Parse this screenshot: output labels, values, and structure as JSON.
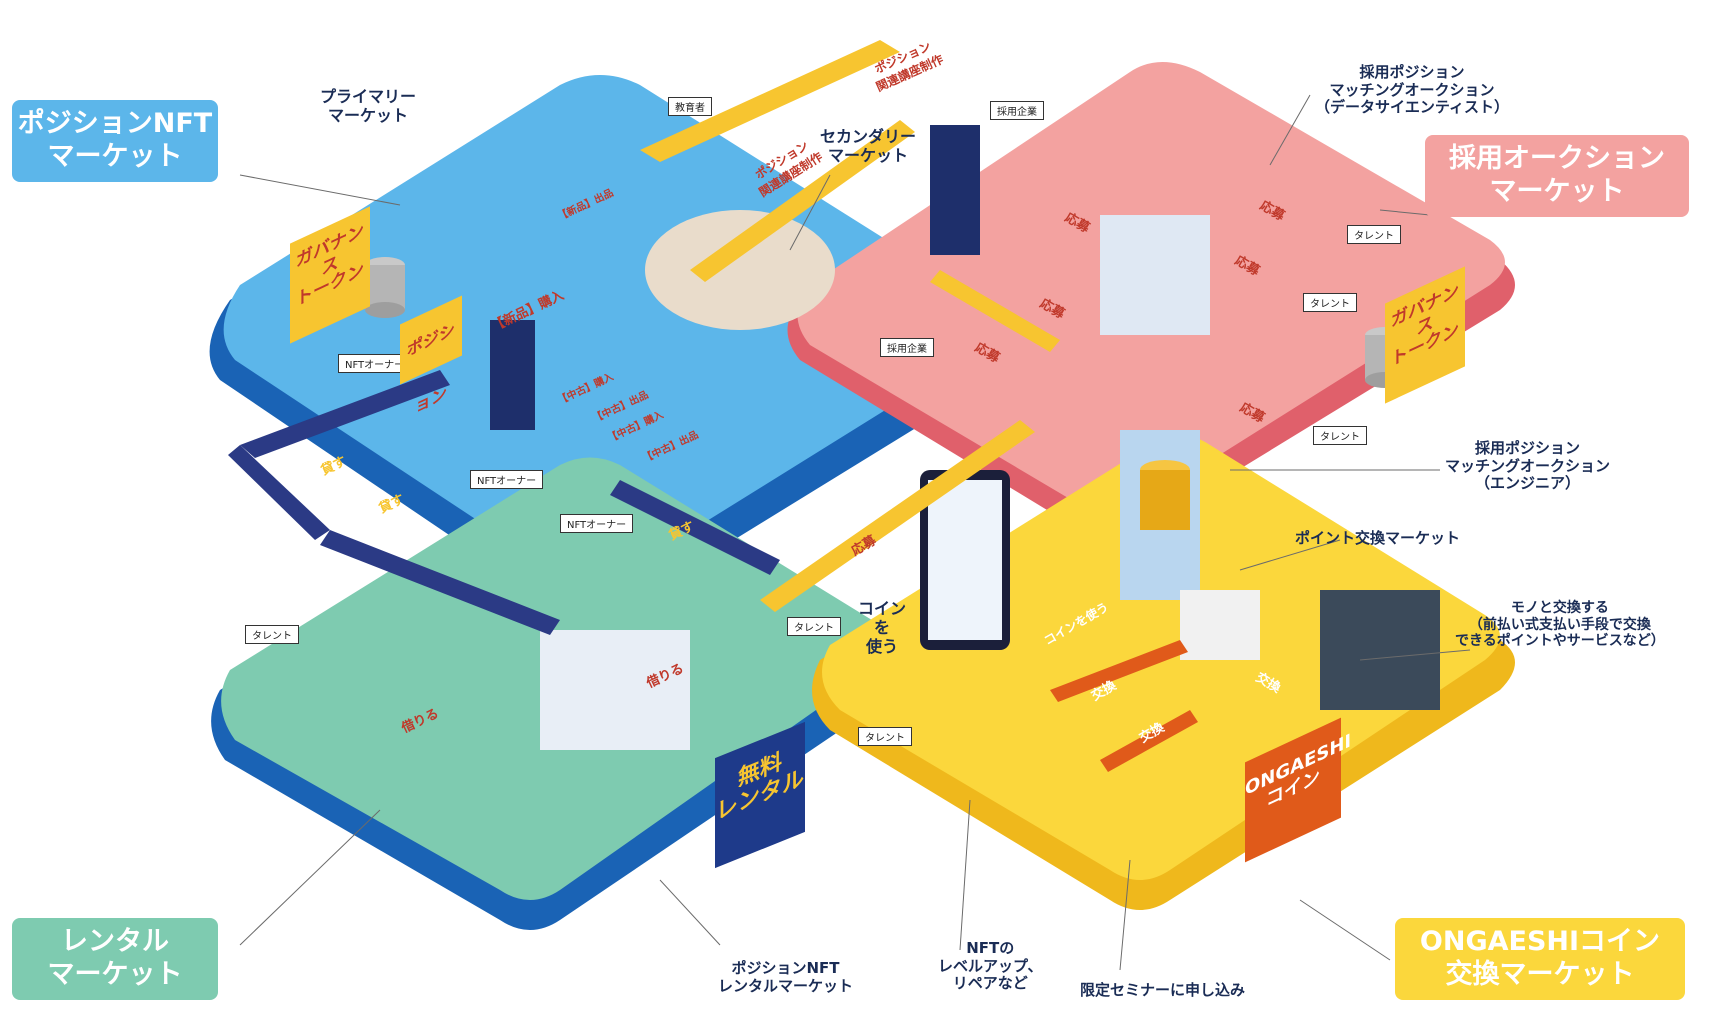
{
  "markets": {
    "position_nft": [
      "ポジションNFT",
      "マーケット"
    ],
    "recruit_auction": [
      "採用オークション",
      "マーケット"
    ],
    "rental": [
      "レンタル",
      "マーケット"
    ],
    "ongaeshi_exchange": [
      "ONGAESHIコイン",
      "交換マーケット"
    ]
  },
  "callouts": {
    "primary_market": [
      "プライマリー",
      "マーケット"
    ],
    "secondary_market": [
      "セカンダリー",
      "マーケット"
    ],
    "auction_data_scientist": [
      "採用ポジション",
      "マッチングオークション",
      "（データサイエンティスト）"
    ],
    "auction_engineer": [
      "採用ポジション",
      "マッチングオークション",
      "（エンジニア）"
    ],
    "point_exchange": "ポイント交換マーケット",
    "goods_exchange": [
      "モノと交換する",
      "（前払い式支払い手段で交換",
      "できるポイントやサービスなど）"
    ],
    "use_coin": [
      "コイン",
      "を",
      "使う"
    ],
    "nft_rental": [
      "ポジションNFT",
      "レンタルマーケット"
    ],
    "nft_levelup": [
      "NFTの",
      "レベルアップ、",
      "リペアなど"
    ],
    "seminar": "限定セミナーに申し込み"
  },
  "tags": {
    "educator": "教育者",
    "recruiting_company": "採用企業",
    "nft_owner": "NFTオーナー",
    "talent": "タレント"
  },
  "stickers": {
    "governance_token": [
      "ガバナンス",
      "トークン"
    ],
    "position": "ポジション",
    "free_rental": [
      "無料",
      "レンタル"
    ],
    "ongaeshi_coin": [
      "ONGAESHI",
      "コイン"
    ]
  },
  "arrow_labels": {
    "course_production": [
      "ポジション",
      "関連講座制作"
    ],
    "new_purchase": "【新品】購入",
    "new_listing": "【新品】出品",
    "used_purchase": "【中古】購入",
    "used_listing": "【中古】出品",
    "lend": "貸す",
    "borrow": "借りる",
    "apply": "応募",
    "exchange": "交換",
    "use_coin": "コインを使う"
  },
  "colors": {
    "blue_platform": "#5cb6ea",
    "blue_base": "#1a63b5",
    "pink_platform": "#f3a2a0",
    "pink_base": "#e0606b",
    "green_platform": "#7ecbb0",
    "green_base": "#2f8f76",
    "yellow_platform": "#fbd73c",
    "yellow_base": "#efb81c",
    "arrow_yellow": "#f7c530",
    "arrow_navy": "#2b3a85",
    "arrow_orange": "#e05a1a",
    "label_navy": "#1a2c55"
  }
}
